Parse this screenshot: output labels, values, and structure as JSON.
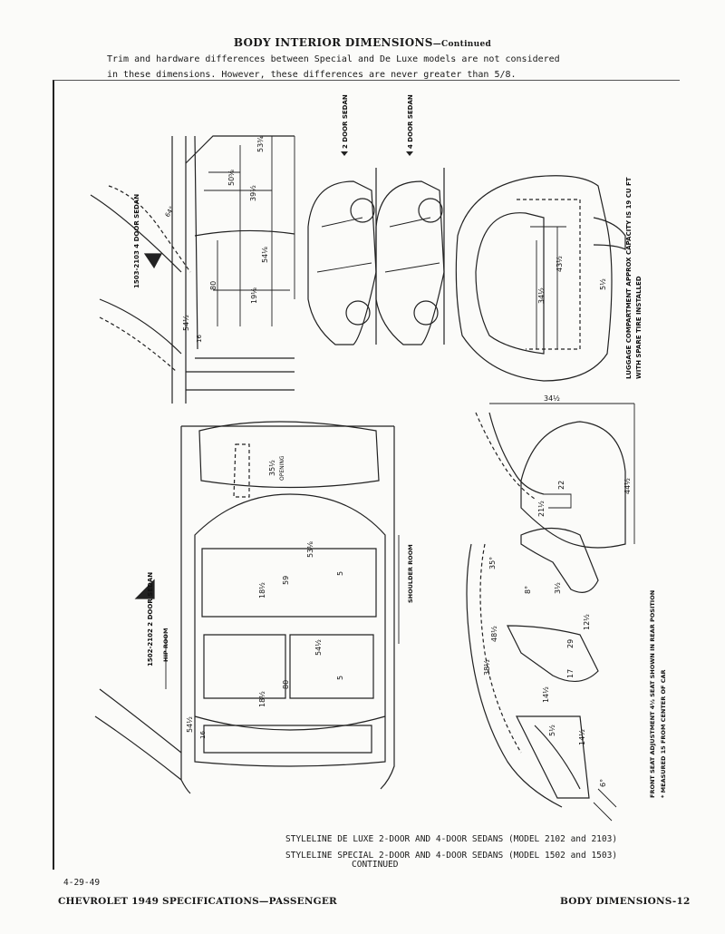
{
  "header": {
    "title": "BODY INTERIOR DIMENSIONS",
    "title_suffix": "—Continued",
    "note_line1": "Trim and hardware differences between Special and De Luxe models are not considered",
    "note_line2": "in these dimensions.  However, these differences are never greater than 5/8."
  },
  "labels": {
    "sedan4_side": "1503-2103 4 DOOR SEDAN",
    "sedan2_top": "1502-2102 2 DOOR SEDAN",
    "door2": "2 DOOR SEDAN",
    "door4": "4 DOOR SEDAN",
    "luggage_line1": "LUGGAGE COMPARTMENT APPROX CAPACITY IS 19 CU FT",
    "luggage_line2": "WITH SPARE TIRE INSTALLED",
    "hip_room": "HIP ROOM",
    "shoulder_room": "SHOULDER ROOM",
    "opening": "OPENING",
    "seat_note_line1": "FRONT SEAT ADJUSTMENT 4½ SEAT SHOWN IN REAR POSITION",
    "seat_note_line2": "* MEASURED 15 FROM CENTER OF CAR"
  },
  "dims": {
    "d53": "53¾",
    "d50": "50⅝",
    "d39": "39½",
    "d54a": "54⅛",
    "d80a": "80",
    "d19": "19⅛",
    "d54b": "54½",
    "d16": "16",
    "d64": "64°",
    "d34a": "34½",
    "d43": "43½",
    "d5a": "5½",
    "d35": "35½",
    "d53b": "53⅛",
    "d59": "59",
    "d5b": "5",
    "d18": "18½",
    "d54c": "54½",
    "d5c": "5",
    "d80b": "80",
    "d18b": "18½",
    "d54d": "54½",
    "d16b": "16",
    "d34b": "34½",
    "d44": "44½",
    "d22": "22",
    "d21": "21½",
    "d35deg": "35°",
    "d8": "8°",
    "d3": "3½",
    "d48": "48½",
    "d12": "12½",
    "d29": "29",
    "d38": "38½",
    "d17": "17",
    "d14": "14½",
    "d5d": "5½",
    "d14b": "14½",
    "d6": "6°"
  },
  "footer": {
    "model_line1": "STYLELINE DE LUXE 2-DOOR AND 4-DOOR SEDANS (MODEL 2102 and 2103)",
    "model_line2": "STYLELINE SPECIAL 2-DOOR AND 4-DOOR SEDANS (MODEL 1502 and 1503)",
    "continued": "CONTINUED",
    "date": "4-29-49",
    "left": "CHEVROLET 1949 SPECIFICATIONS—PASSENGER",
    "right": "BODY DIMENSIONS-12"
  }
}
